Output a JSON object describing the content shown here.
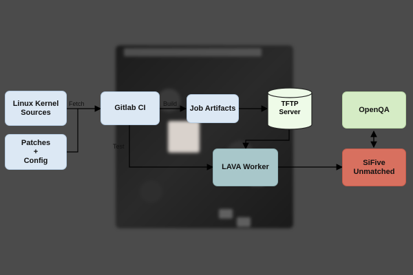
{
  "nodes": {
    "linux_kernel": "Linux Kernel\nSources",
    "patches": "Patches\n+\nConfig",
    "gitlab_ci": "Gitlab CI",
    "job_artifacts": "Job Artifacts",
    "tftp_server": "TFTP\nServer",
    "lava_worker": "LAVA Worker",
    "openqa": "OpenQA",
    "sifive": "SiFive\nUnmatched"
  },
  "edge_labels": {
    "fetch": "Fetch",
    "build": "Build",
    "test": "Test"
  },
  "colors": {
    "background": "#4b4b4b",
    "blue_node": "#dce8f4",
    "green_node": "#d5ecc5",
    "red_node": "#d8705f",
    "teal_node": "#a8c7ca"
  }
}
